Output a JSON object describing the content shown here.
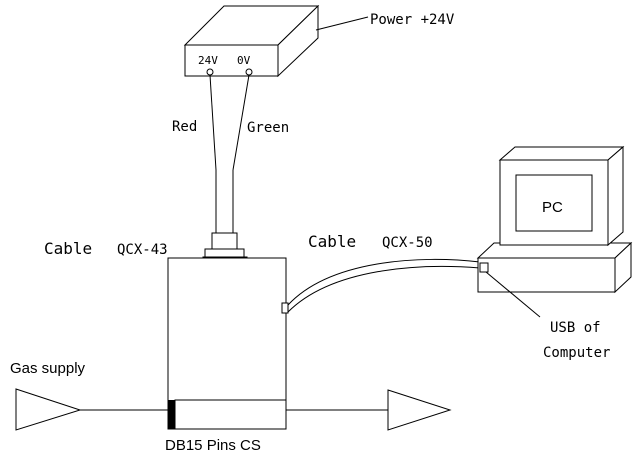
{
  "power_supply": {
    "label": "Power +24V",
    "terminal_pos": "24V",
    "terminal_neg": "0V"
  },
  "wires": {
    "red": "Red",
    "green": "Green"
  },
  "cables": {
    "cable_a_prefix": "Cable",
    "cable_a_model": "QCX-43",
    "cable_b_prefix": "Cable",
    "cable_b_model": "QCX-50"
  },
  "computer": {
    "label": "PC",
    "usb_line1": "USB of",
    "usb_line2": "Computer"
  },
  "gas": {
    "supply_label": "Gas supply"
  },
  "connector": {
    "label": "DB15 Pins CS"
  }
}
